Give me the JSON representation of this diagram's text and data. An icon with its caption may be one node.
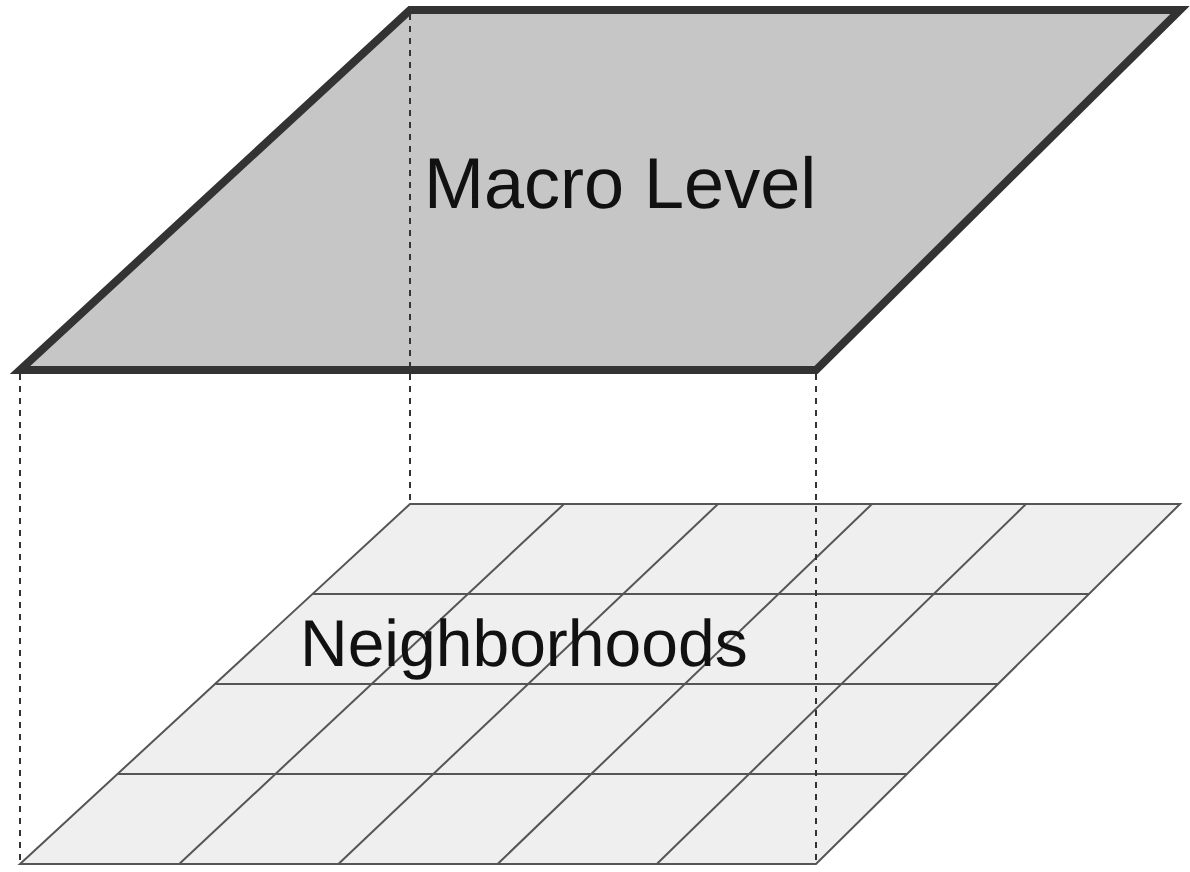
{
  "diagram": {
    "nodes": [
      {
        "text": [
          "Macro Level"
        ]
      },
      {
        "text": [
          "Neighborhoods"
        ]
      }
    ],
    "edges": [
      {
        "from": 0,
        "to": 1,
        "arrow": "none",
        "style": "dashed"
      },
      {
        "from": 0,
        "to": 1,
        "arrow": "none",
        "style": "dashed"
      },
      {
        "from": 0,
        "to": 1,
        "arrow": "none",
        "style": "dashed"
      }
    ]
  }
}
